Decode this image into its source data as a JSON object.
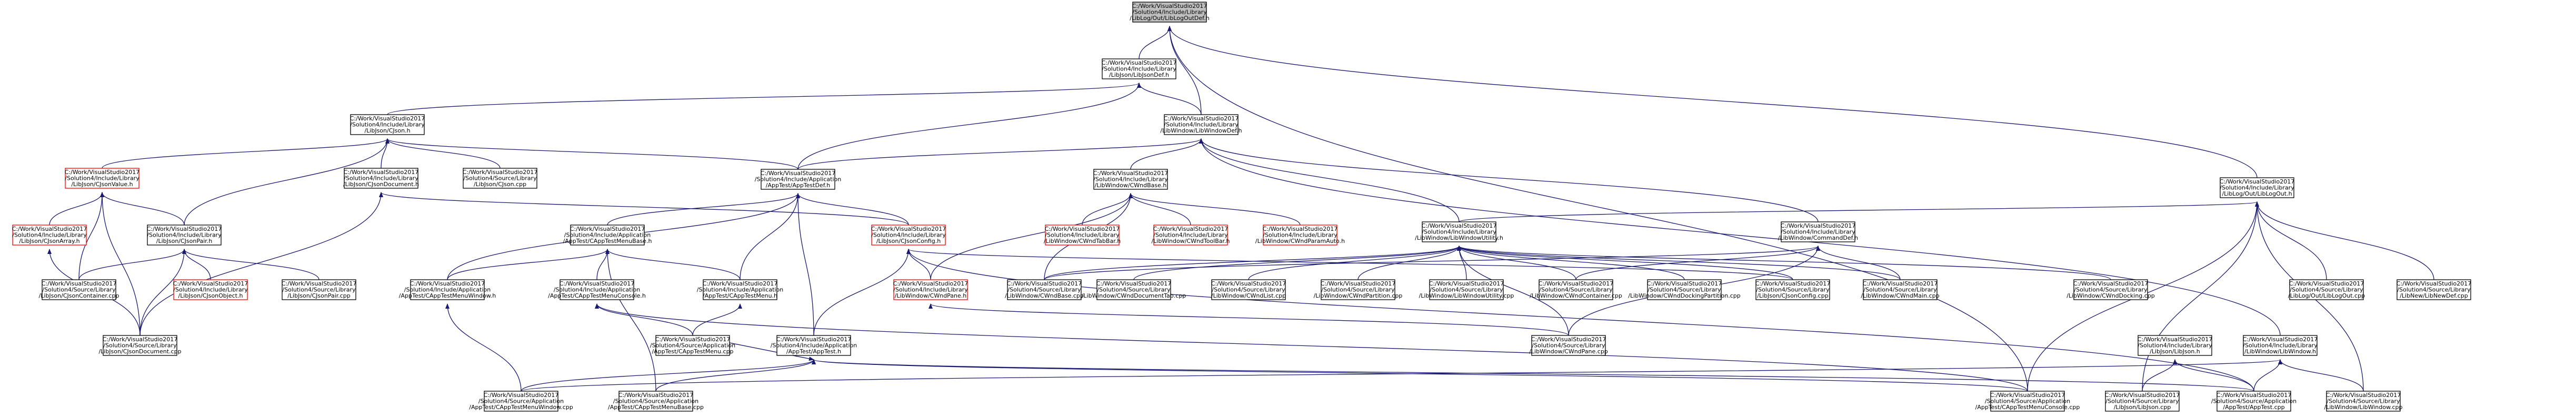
{
  "diagram": {
    "root": "n0",
    "nodes": [
      {
        "id": "n0",
        "lines": [
          "C:/Work/VisualStudio2017",
          "/Solution4/Include/Library",
          "/LibLog/Out/LibLogOutDef.h"
        ],
        "border": "#000000"
      },
      {
        "id": "n1",
        "lines": [
          "C:/Work/VisualStudio2017",
          "/Solution4/Include/Library",
          "/LibJson/LibJsonDef.h"
        ],
        "border": "#000000"
      },
      {
        "id": "n2",
        "lines": [
          "C:/Work/VisualStudio2017",
          "/Solution4/Include/Library",
          "/LibJson/CJson.h"
        ],
        "border": "#000000"
      },
      {
        "id": "n3",
        "lines": [
          "C:/Work/VisualStudio2017",
          "/Solution4/Include/Library",
          "/LibWindow/LibWindowDef.h"
        ],
        "border": "#000000"
      },
      {
        "id": "n4",
        "lines": [
          "C:/Work/VisualStudio2017",
          "/Solution4/Include/Library",
          "/LibLog/Out/LibLogOut.h"
        ],
        "border": "#000000"
      },
      {
        "id": "n5",
        "lines": [
          "C:/Work/VisualStudio2017",
          "/Solution4/Include/Library",
          "/LibJson/CJsonValue.h"
        ],
        "border": "#ff0000"
      },
      {
        "id": "n6",
        "lines": [
          "C:/Work/VisualStudio2017",
          "/Solution4/Include/Library",
          "/LibJson/CJsonDocument.h"
        ],
        "border": "#000000"
      },
      {
        "id": "n7",
        "lines": [
          "C:/Work/VisualStudio2017",
          "/Solution4/Source/Library",
          "/LibJson/CJson.cpp"
        ],
        "border": "#000000"
      },
      {
        "id": "n8",
        "lines": [
          "C:/Work/VisualStudio2017",
          "/Solution4/Include/Application",
          "/AppTest/AppTestDef.h"
        ],
        "border": "#000000"
      },
      {
        "id": "n9",
        "lines": [
          "C:/Work/VisualStudio2017",
          "/Solution4/Include/Library",
          "/LibWindow/CWndBase.h"
        ],
        "border": "#000000"
      },
      {
        "id": "n10",
        "lines": [
          "C:/Work/VisualStudio2017",
          "/Solution4/Include/Library",
          "/LibWindow/LibWindowUtility.h"
        ],
        "border": "#000000"
      },
      {
        "id": "n11",
        "lines": [
          "C:/Work/VisualStudio2017",
          "/Solution4/Include/Library",
          "/LibWindow/CommandDef.h"
        ],
        "border": "#000000"
      },
      {
        "id": "n12",
        "lines": [
          "C:/Work/VisualStudio2017",
          "/Solution4/Include/Library",
          "/LibJson/CJsonArray.h"
        ],
        "border": "#ff0000"
      },
      {
        "id": "n13",
        "lines": [
          "C:/Work/VisualStudio2017",
          "/Solution4/Include/Library",
          "/LibJson/CJsonPair.h"
        ],
        "border": "#000000"
      },
      {
        "id": "n14",
        "lines": [
          "C:/Work/VisualStudio2017",
          "/Solution4/Include/Application",
          "/AppTest/CAppTestMenuBase.h"
        ],
        "border": "#000000"
      },
      {
        "id": "n15",
        "lines": [
          "C:/Work/VisualStudio2017",
          "/Solution4/Include/Library",
          "/LibJson/CJsonConfig.h"
        ],
        "border": "#ff0000"
      },
      {
        "id": "n16",
        "lines": [
          "C:/Work/VisualStudio2017",
          "/Solution4/Include/Library",
          "/LibWindow/CWndTabBar.h"
        ],
        "border": "#ff0000"
      },
      {
        "id": "n17",
        "lines": [
          "C:/Work/VisualStudio2017",
          "/Solution4/Include/Library",
          "/LibWindow/CWndToolBar.h"
        ],
        "border": "#ff0000"
      },
      {
        "id": "n18",
        "lines": [
          "C:/Work/VisualStudio2017",
          "/Solution4/Include/Library",
          "/LibWindow/CWndParamAuto.h"
        ],
        "border": "#ff0000"
      },
      {
        "id": "n19",
        "lines": [
          "C:/Work/VisualStudio2017",
          "/Solution4/Source/Library",
          "/LibJson/CJsonContainer.cpp"
        ],
        "border": "#000000"
      },
      {
        "id": "n20",
        "lines": [
          "C:/Work/VisualStudio2017",
          "/Solution4/Include/Library",
          "/LibJson/CJsonObject.h"
        ],
        "border": "#ff0000"
      },
      {
        "id": "n21",
        "lines": [
          "C:/Work/VisualStudio2017",
          "/Solution4/Source/Library",
          "/LibJson/CJsonPair.cpp"
        ],
        "border": "#000000"
      },
      {
        "id": "n22",
        "lines": [
          "C:/Work/VisualStudio2017",
          "/Solution4/Include/Application",
          "/AppTest/CAppTestMenuWindow.h"
        ],
        "border": "#000000"
      },
      {
        "id": "n23",
        "lines": [
          "C:/Work/VisualStudio2017",
          "/Solution4/Include/Application",
          "/AppTest/CAppTestMenuConsole.h"
        ],
        "border": "#000000"
      },
      {
        "id": "n24",
        "lines": [
          "C:/Work/VisualStudio2017",
          "/Solution4/Include/Application",
          "/AppTest/CAppTestMenu.h"
        ],
        "border": "#000000"
      },
      {
        "id": "n25",
        "lines": [
          "C:/Work/VisualStudio2017",
          "/Solution4/Include/Library",
          "/LibWindow/CWndPane.h"
        ],
        "border": "#ff0000"
      },
      {
        "id": "n26",
        "lines": [
          "C:/Work/VisualStudio2017",
          "/Solution4/Source/Library",
          "/LibWindow/CWndBase.cpp"
        ],
        "border": "#000000"
      },
      {
        "id": "n27",
        "lines": [
          "C:/Work/VisualStudio2017",
          "/Solution4/Source/Library",
          "/LibWindow/CWndDocumentTab.cpp"
        ],
        "border": "#000000"
      },
      {
        "id": "n28",
        "lines": [
          "C:/Work/VisualStudio2017",
          "/Solution4/Source/Library",
          "/LibWindow/CWndList.cpp"
        ],
        "border": "#000000"
      },
      {
        "id": "n29",
        "lines": [
          "C:/Work/VisualStudio2017",
          "/Solution4/Source/Library",
          "/LibWindow/CWndPartition.cpp"
        ],
        "border": "#000000"
      },
      {
        "id": "n30",
        "lines": [
          "C:/Work/VisualStudio2017",
          "/Solution4/Source/Library",
          "/LibWindow/LibWindowUtility.cpp"
        ],
        "border": "#000000"
      },
      {
        "id": "n31",
        "lines": [
          "C:/Work/VisualStudio2017",
          "/Solution4/Source/Library",
          "/LibWindow/CWndContainer.cpp"
        ],
        "border": "#000000"
      },
      {
        "id": "n32",
        "lines": [
          "C:/Work/VisualStudio2017",
          "/Solution4/Source/Library",
          "/LibWindow/CWndDockingPartition.cpp"
        ],
        "border": "#000000"
      },
      {
        "id": "n33",
        "lines": [
          "C:/Work/VisualStudio2017",
          "/Solution4/Source/Library",
          "/LibJson/CJsonConfig.cpp"
        ],
        "border": "#000000"
      },
      {
        "id": "n34",
        "lines": [
          "C:/Work/VisualStudio2017",
          "/Solution4/Source/Library",
          "/LibWindow/CWndMain.cpp"
        ],
        "border": "#000000"
      },
      {
        "id": "n35",
        "lines": [
          "C:/Work/VisualStudio2017",
          "/Solution4/Source/Library",
          "/LibWindow/CWndDocking.cpp"
        ],
        "border": "#000000"
      },
      {
        "id": "n36",
        "lines": [
          "C:/Work/VisualStudio2017",
          "/Solution4/Source/Library",
          "/LibLog/Out/LibLogOut.cpp"
        ],
        "border": "#000000"
      },
      {
        "id": "n37",
        "lines": [
          "C:/Work/VisualStudio2017",
          "/Solution4/Source/Library",
          "/LibNew/LibNewDef.cpp"
        ],
        "border": "#000000"
      },
      {
        "id": "n38",
        "lines": [
          "C:/Work/VisualStudio2017",
          "/Solution4/Source/Library",
          "/LibJson/CJsonDocument.cpp"
        ],
        "border": "#000000"
      },
      {
        "id": "n39",
        "lines": [
          "C:/Work/VisualStudio2017",
          "/Solution4/Include/Application",
          "/AppTest/AppTest.h"
        ],
        "border": "#000000"
      },
      {
        "id": "n40",
        "lines": [
          "C:/Work/VisualStudio2017",
          "/Solution4/Source/Application",
          "/AppTest/CAppTestMenu.cpp"
        ],
        "border": "#000000"
      },
      {
        "id": "n41",
        "lines": [
          "C:/Work/VisualStudio2017",
          "/Solution4/Source/Library",
          "/LibWindow/CWndPane.cpp"
        ],
        "border": "#000000"
      },
      {
        "id": "n42",
        "lines": [
          "C:/Work/VisualStudio2017",
          "/Solution4/Include/Library",
          "/LibJson/LibJson.h"
        ],
        "border": "#000000"
      },
      {
        "id": "n43",
        "lines": [
          "C:/Work/VisualStudio2017",
          "/Solution4/Include/Library",
          "/LibWindow/LibWindow.h"
        ],
        "border": "#000000"
      },
      {
        "id": "n44",
        "lines": [
          "C:/Work/VisualStudio2017",
          "/Solution4/Source/Application",
          "/AppTest/CAppTestMenuWindow.cpp"
        ],
        "border": "#000000"
      },
      {
        "id": "n45",
        "lines": [
          "C:/Work/VisualStudio2017",
          "/Solution4/Source/Application",
          "/AppTest/CAppTestMenuBase.cpp"
        ],
        "border": "#000000"
      },
      {
        "id": "n46",
        "lines": [
          "C:/Work/VisualStudio2017",
          "/Solution4/Source/Application",
          "/AppTest/CAppTestMenuConsole.cpp"
        ],
        "border": "#000000"
      },
      {
        "id": "n47",
        "lines": [
          "C:/Work/VisualStudio2017",
          "/Solution4/Source/Library",
          "/LibJson/LibJson.cpp"
        ],
        "border": "#000000"
      },
      {
        "id": "n48",
        "lines": [
          "C:/Work/VisualStudio2017",
          "/Solution4/Source/Application",
          "/AppTest/AppTest.cpp"
        ],
        "border": "#000000"
      },
      {
        "id": "n49",
        "lines": [
          "C:/Work/VisualStudio2017",
          "/Solution4/Source/Library",
          "/LibWindow/LibWindow.cpp"
        ],
        "border": "#000000"
      }
    ],
    "edges": [
      [
        "n1",
        "n0"
      ],
      [
        "n3",
        "n0"
      ],
      [
        "n4",
        "n0"
      ],
      [
        "n46",
        "n0"
      ],
      [
        "n2",
        "n1"
      ],
      [
        "n3",
        "n1"
      ],
      [
        "n8",
        "n1"
      ],
      [
        "n5",
        "n2"
      ],
      [
        "n6",
        "n2"
      ],
      [
        "n7",
        "n2"
      ],
      [
        "n13",
        "n2"
      ],
      [
        "n8",
        "n3"
      ],
      [
        "n9",
        "n3"
      ],
      [
        "n10",
        "n3"
      ],
      [
        "n11",
        "n3"
      ],
      [
        "n43",
        "n3"
      ],
      [
        "n10",
        "n4"
      ],
      [
        "n36",
        "n4"
      ],
      [
        "n37",
        "n4"
      ],
      [
        "n46",
        "n4"
      ],
      [
        "n47",
        "n4"
      ],
      [
        "n49",
        "n4"
      ],
      [
        "n12",
        "n5"
      ],
      [
        "n13",
        "n5"
      ],
      [
        "n19",
        "n5"
      ],
      [
        "n38",
        "n5"
      ],
      [
        "n15",
        "n6"
      ],
      [
        "n38",
        "n6"
      ],
      [
        "n8",
        "n2"
      ],
      [
        "n14",
        "n8"
      ],
      [
        "n15",
        "n8"
      ],
      [
        "n22",
        "n8"
      ],
      [
        "n24",
        "n8"
      ],
      [
        "n39",
        "n8"
      ],
      [
        "n16",
        "n9"
      ],
      [
        "n17",
        "n9"
      ],
      [
        "n18",
        "n9"
      ],
      [
        "n25",
        "n9"
      ],
      [
        "n26",
        "n9"
      ],
      [
        "n26",
        "n10"
      ],
      [
        "n27",
        "n10"
      ],
      [
        "n28",
        "n10"
      ],
      [
        "n29",
        "n10"
      ],
      [
        "n30",
        "n10"
      ],
      [
        "n31",
        "n10"
      ],
      [
        "n32",
        "n10"
      ],
      [
        "n33",
        "n10"
      ],
      [
        "n34",
        "n10"
      ],
      [
        "n35",
        "n10"
      ],
      [
        "n41",
        "n10"
      ],
      [
        "n26",
        "n11"
      ],
      [
        "n31",
        "n11"
      ],
      [
        "n34",
        "n11"
      ],
      [
        "n41",
        "n11"
      ],
      [
        "n38",
        "n12"
      ],
      [
        "n19",
        "n13"
      ],
      [
        "n20",
        "n13"
      ],
      [
        "n21",
        "n13"
      ],
      [
        "n38",
        "n13"
      ],
      [
        "n22",
        "n14"
      ],
      [
        "n23",
        "n14"
      ],
      [
        "n24",
        "n14"
      ],
      [
        "n45",
        "n14"
      ],
      [
        "n25",
        "n15"
      ],
      [
        "n33",
        "n15"
      ],
      [
        "n39",
        "n15"
      ],
      [
        "n44",
        "n22"
      ],
      [
        "n40",
        "n23"
      ],
      [
        "n46",
        "n23"
      ],
      [
        "n40",
        "n24"
      ],
      [
        "n41",
        "n25"
      ],
      [
        "n40",
        "n39"
      ],
      [
        "n44",
        "n39"
      ],
      [
        "n45",
        "n39"
      ],
      [
        "n46",
        "n39"
      ],
      [
        "n48",
        "n39"
      ],
      [
        "n47",
        "n42"
      ],
      [
        "n48",
        "n42"
      ],
      [
        "n49",
        "n43"
      ],
      [
        "n48",
        "n43"
      ],
      [
        "n48",
        "n15"
      ],
      [
        "n44",
        "n43"
      ]
    ]
  }
}
